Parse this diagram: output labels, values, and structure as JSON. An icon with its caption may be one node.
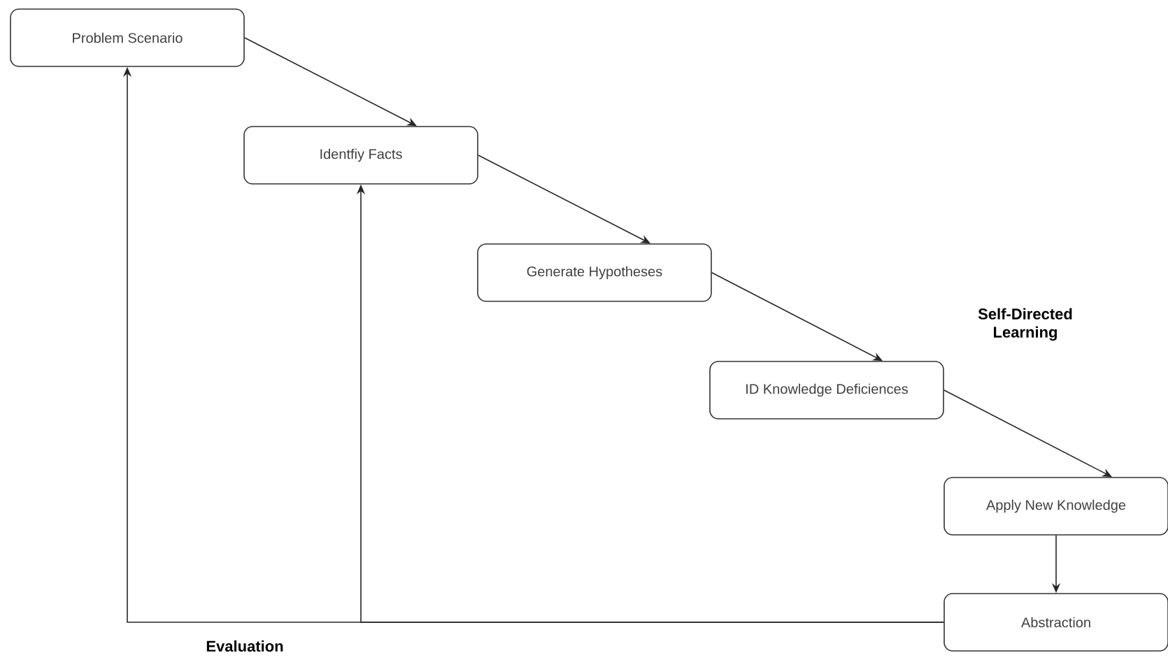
{
  "diagram": {
    "nodes": [
      {
        "text": [
          "Problem Scenario"
        ]
      },
      {
        "text": [
          "Identfiy Facts"
        ]
      },
      {
        "text": [
          "Generate Hypotheses"
        ]
      },
      {
        "text": [
          "ID Knowledge Deficiences"
        ]
      },
      {
        "text": [
          "Apply New Knowledge"
        ]
      },
      {
        "text": [
          "Abstraction"
        ]
      }
    ],
    "edges": [
      {
        "from": 0,
        "to": 1,
        "arrow": "to"
      },
      {
        "from": 1,
        "to": 2,
        "arrow": "to"
      },
      {
        "from": 2,
        "to": 3,
        "arrow": "to"
      },
      {
        "from": 3,
        "to": 4,
        "arrow": "to"
      },
      {
        "from": 4,
        "to": 5,
        "arrow": "to"
      },
      {
        "from": 5,
        "to": 0,
        "arrow": "to"
      },
      {
        "from": 5,
        "to": 1,
        "arrow": "to"
      }
    ],
    "labels": [
      "Self-Directed Learning",
      "Evaluation"
    ]
  }
}
